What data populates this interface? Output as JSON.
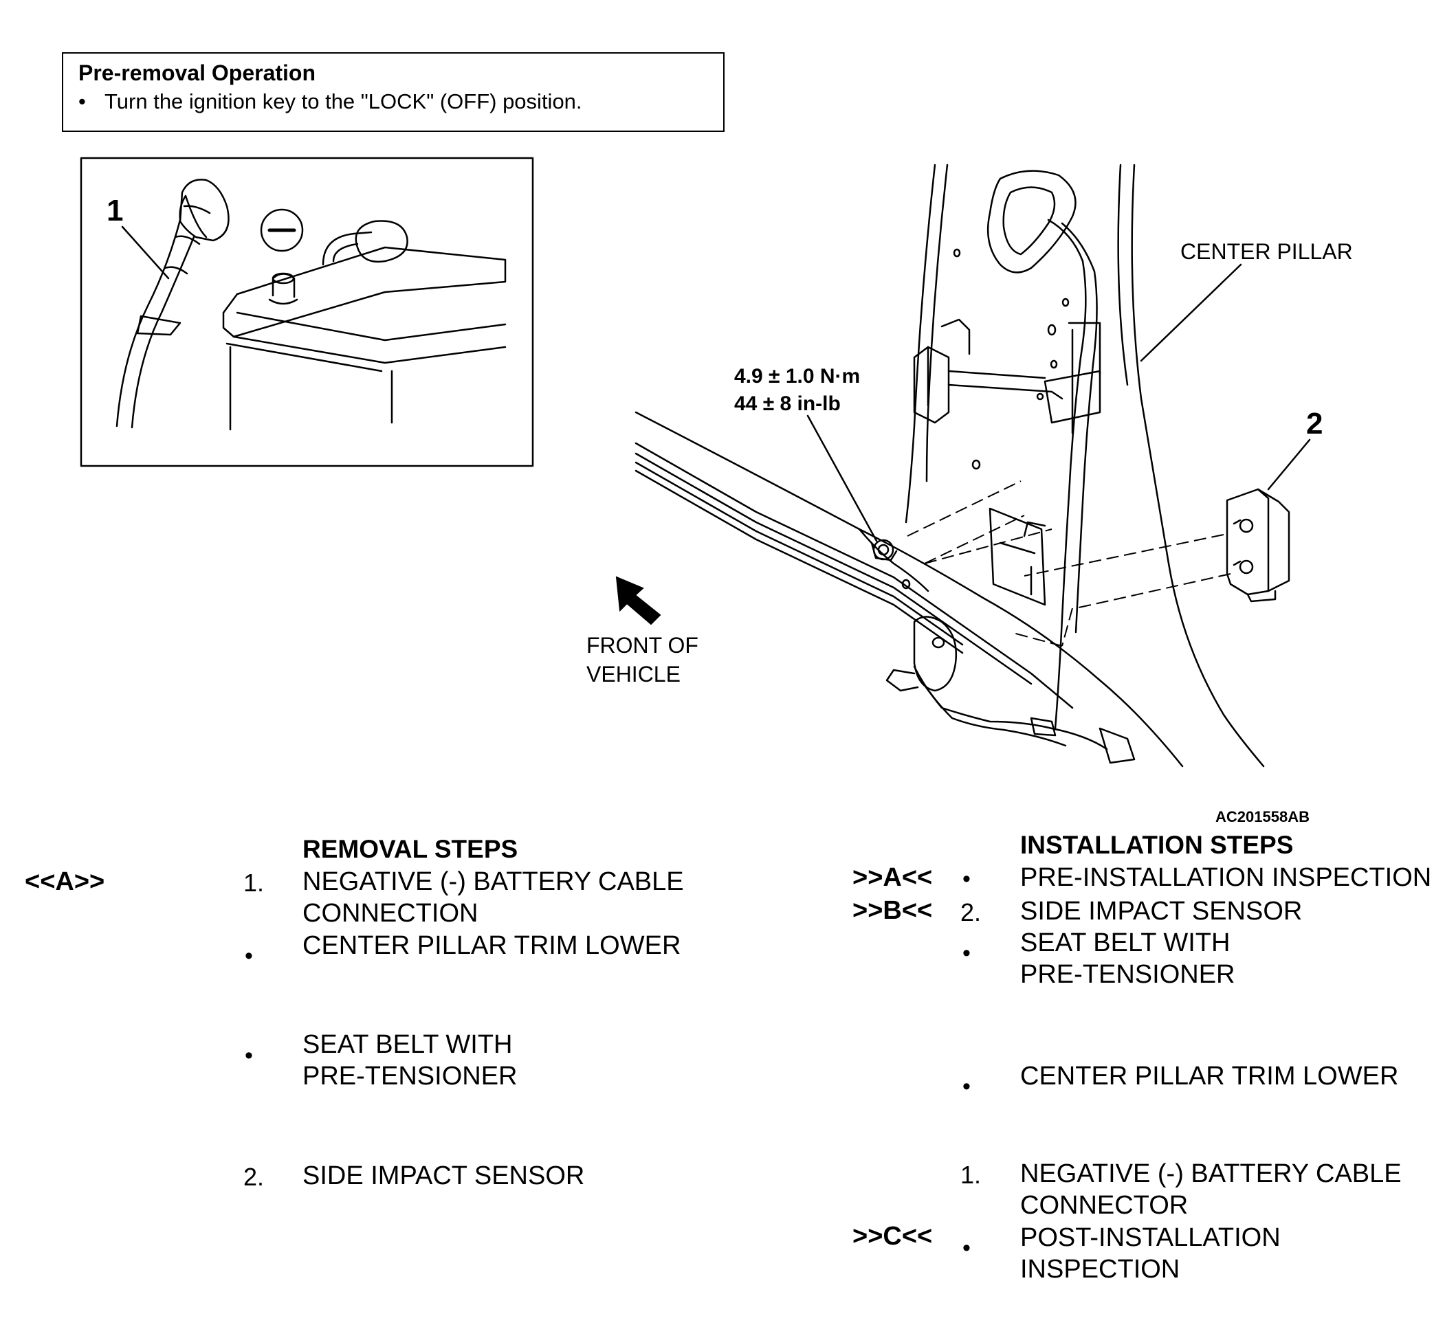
{
  "pre_removal": {
    "title": "Pre-removal Operation",
    "bullet": "•",
    "item": "Turn the ignition key to the \"LOCK\" (OFF) position."
  },
  "figure": {
    "callout_1": "1",
    "callout_2": "2",
    "negative_symbol": "⊖",
    "center_pillar_label": "CENTER PILLAR",
    "torque_nm": "4.9 ± 1.0 N·m",
    "torque_inlb": "44 ± 8 in-lb",
    "front_of_vehicle_line1": "FRONT OF",
    "front_of_vehicle_line2": "VEHICLE",
    "figure_id": "AC201558AB"
  },
  "removal": {
    "heading": "REMOVAL STEPS",
    "steps": [
      {
        "marker": "<<A>>",
        "num": "1.",
        "lines": [
          "NEGATIVE (-) BATTERY CABLE",
          "CONNECTION"
        ]
      },
      {
        "marker": "",
        "num": "•",
        "lines": [
          "CENTER PILLAR TRIM LOWER"
        ]
      },
      {
        "marker": "",
        "num": "•",
        "lines": [
          "SEAT BELT WITH",
          "PRE-TENSIONER"
        ]
      },
      {
        "marker": "",
        "num": "2.",
        "lines": [
          "SIDE IMPACT SENSOR"
        ]
      }
    ]
  },
  "installation": {
    "heading": "INSTALLATION STEPS",
    "steps": [
      {
        "marker": ">>A<<",
        "num": "•",
        "lines": [
          "PRE-INSTALLATION INSPECTION"
        ]
      },
      {
        "marker": ">>B<<",
        "num": "2.",
        "lines": [
          "SIDE IMPACT SENSOR"
        ]
      },
      {
        "marker": "",
        "num": "•",
        "lines": [
          "SEAT BELT WITH",
          "PRE-TENSIONER"
        ]
      },
      {
        "marker": "",
        "num": "•",
        "lines": [
          "CENTER PILLAR TRIM LOWER"
        ]
      },
      {
        "marker": "",
        "num": "1.",
        "lines": [
          "NEGATIVE (-) BATTERY CABLE",
          "CONNECTOR"
        ]
      },
      {
        "marker": ">>C<<",
        "num": "•",
        "lines": [
          "POST-INSTALLATION",
          "INSPECTION"
        ]
      }
    ]
  }
}
